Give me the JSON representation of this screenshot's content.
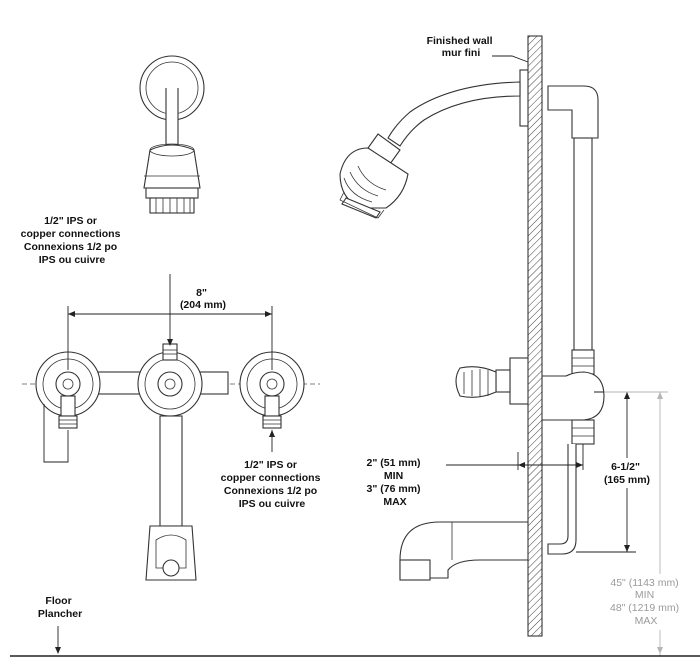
{
  "labels": {
    "finished_wall": [
      "Finished wall",
      "mur fini"
    ],
    "connections_top": [
      "1/2\" IPS or",
      "copper connections",
      "Connexions 1/2 po",
      "IPS ou cuivre"
    ],
    "width_dim": [
      "8\"",
      "(204 mm)"
    ],
    "connections_bottom": [
      "1/2\" IPS or",
      "copper connections",
      "Connexions 1/2 po",
      "IPS ou cuivre"
    ],
    "depth_dim": [
      "2\" (51 mm)",
      "MIN",
      "3\" (76 mm)",
      "MAX"
    ],
    "height_dim": [
      "6-1/2\"",
      "(165 mm)"
    ],
    "floor": [
      "Floor",
      "Plancher"
    ],
    "spout_height": [
      "45\" (1143 mm)",
      "MIN",
      "48\" (1219 mm)",
      "MAX"
    ]
  },
  "colors": {
    "line": "#222222",
    "secondary_dim": "#9a9a9a"
  }
}
